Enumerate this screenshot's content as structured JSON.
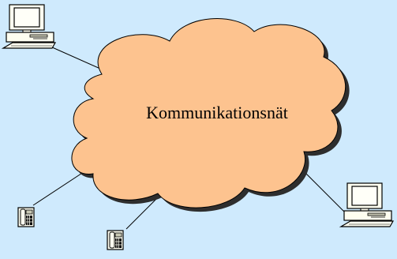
{
  "diagram": {
    "cloud_label": "Kommunikationsnät",
    "colors": {
      "background": "#cfeafd",
      "cloud_fill": "#fdc38f",
      "cloud_shadow": "#2e2e2e",
      "line": "#000000",
      "device_body": "#fefef0",
      "screen_glass": "#fffff8",
      "drive_slot": "#c8c8b4"
    },
    "nodes": [
      {
        "id": "computer-top-left",
        "icon": "computer-icon"
      },
      {
        "id": "computer-bottom-right",
        "icon": "computer-icon"
      },
      {
        "id": "telephone-left",
        "icon": "telephone-icon"
      },
      {
        "id": "telephone-middle",
        "icon": "telephone-icon"
      }
    ]
  }
}
